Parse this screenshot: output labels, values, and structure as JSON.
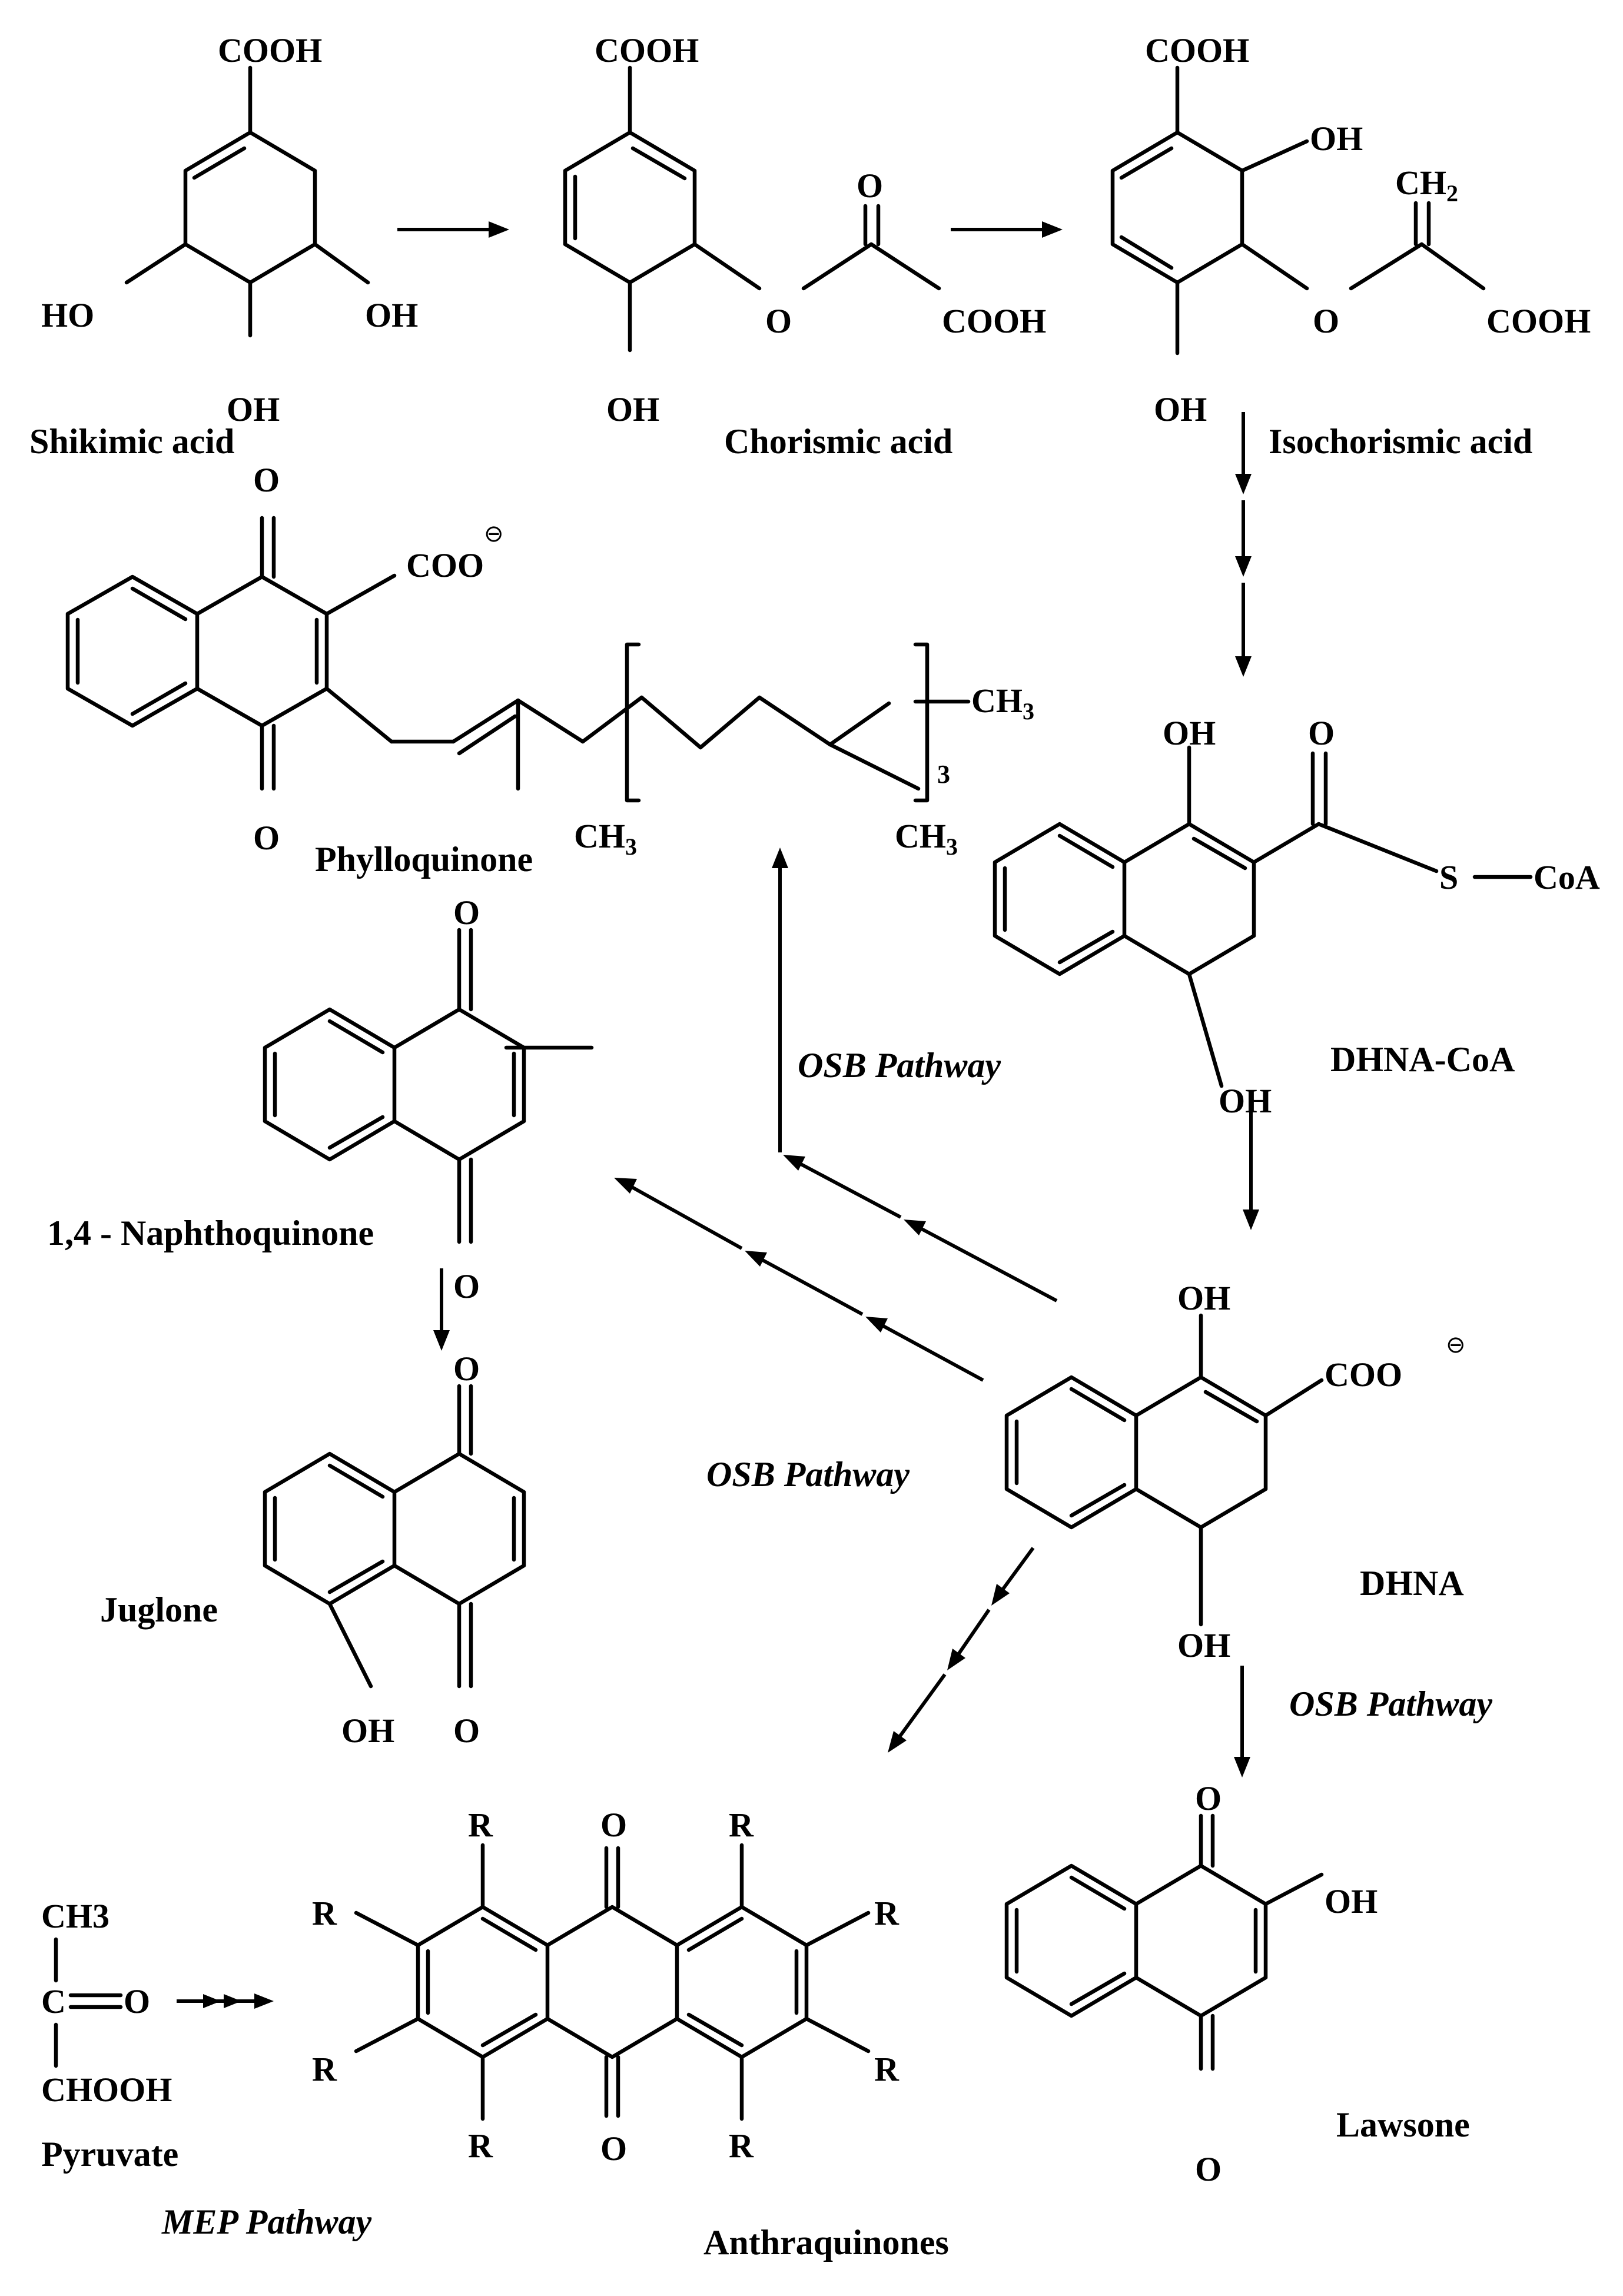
{
  "compounds": {
    "shikimic_acid": "Shikimic acid",
    "chorismic_acid": "Chorismic acid",
    "isochorismic_acid": "Isochorismic acid",
    "phylloquinone": "Phylloquinone",
    "dhna_coa": "DHNA-CoA",
    "naphthoquinone": "1,4 - Naphthoquinone",
    "juglone": "Juglone",
    "dhna": "DHNA",
    "lawsone": "Lawsone",
    "pyruvate": "Pyruvate",
    "anthraquinones": "Anthraquinones"
  },
  "pathways": {
    "osb_upper": "OSB Pathway",
    "osb_middle": "OSB Pathway",
    "osb_lawsone": "OSB Pathway",
    "mep": "MEP Pathway"
  },
  "atoms": {
    "COOH": "COOH",
    "OH": "OH",
    "HO": "HO",
    "O": "O",
    "CH": "CH",
    "CH3_sub": "3",
    "CH2_sub": "2",
    "COO": "COO",
    "S": "S",
    "CoA": "CoA",
    "R": "R",
    "C": "C",
    "CH3_plain": "CH3",
    "CHOOH": "CHOOH",
    "repeat_count": "3",
    "charge": "⊖"
  }
}
